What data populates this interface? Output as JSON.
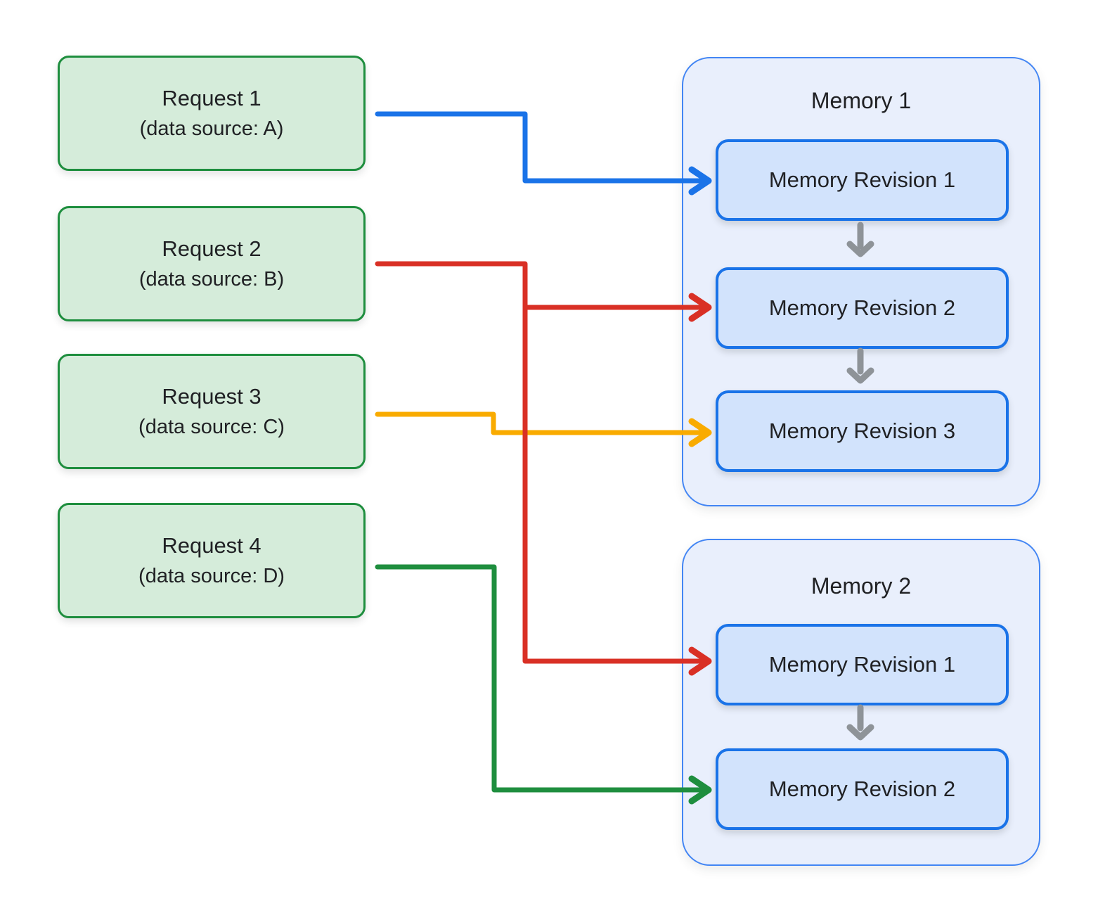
{
  "diagram": {
    "requests": [
      {
        "label": "Request 1",
        "sublabel": "(data source: A)"
      },
      {
        "label": "Request 2",
        "sublabel": "(data source: B)"
      },
      {
        "label": "Request 3",
        "sublabel": "(data source: C)"
      },
      {
        "label": "Request 4",
        "sublabel": "(data source: D)"
      }
    ],
    "memories": [
      {
        "title": "Memory 1",
        "revisions": [
          {
            "label": "Memory Revision 1"
          },
          {
            "label": "Memory Revision 2"
          },
          {
            "label": "Memory Revision 3"
          }
        ]
      },
      {
        "title": "Memory 2",
        "revisions": [
          {
            "label": "Memory Revision 1"
          },
          {
            "label": "Memory Revision 2"
          }
        ]
      }
    ],
    "connections": [
      {
        "from": "Request 1",
        "to": "Memory 1 / Memory Revision 1",
        "color": "blue"
      },
      {
        "from": "Request 2",
        "to": "Memory 1 / Memory Revision 2",
        "color": "red"
      },
      {
        "from": "Request 2",
        "to": "Memory 2 / Memory Revision 1",
        "color": "red"
      },
      {
        "from": "Request 3",
        "to": "Memory 1 / Memory Revision 3",
        "color": "yellow"
      },
      {
        "from": "Request 4",
        "to": "Memory 2 / Memory Revision 2",
        "color": "green"
      }
    ]
  },
  "palette": {
    "blue_arrow": "#1a73e8",
    "red_arrow": "#d93025",
    "yellow_arrow": "#f9ab00",
    "green_arrow": "#1e8e3e",
    "gray_arrow": "#8e9398",
    "request_fill": "#d5ecda",
    "request_border": "#1e8e3e",
    "memory_fill": "#e9effc",
    "memory_border": "#4285f4",
    "revision_fill": "#d2e3fc",
    "revision_border": "#1a73e8",
    "text": "#202124"
  }
}
